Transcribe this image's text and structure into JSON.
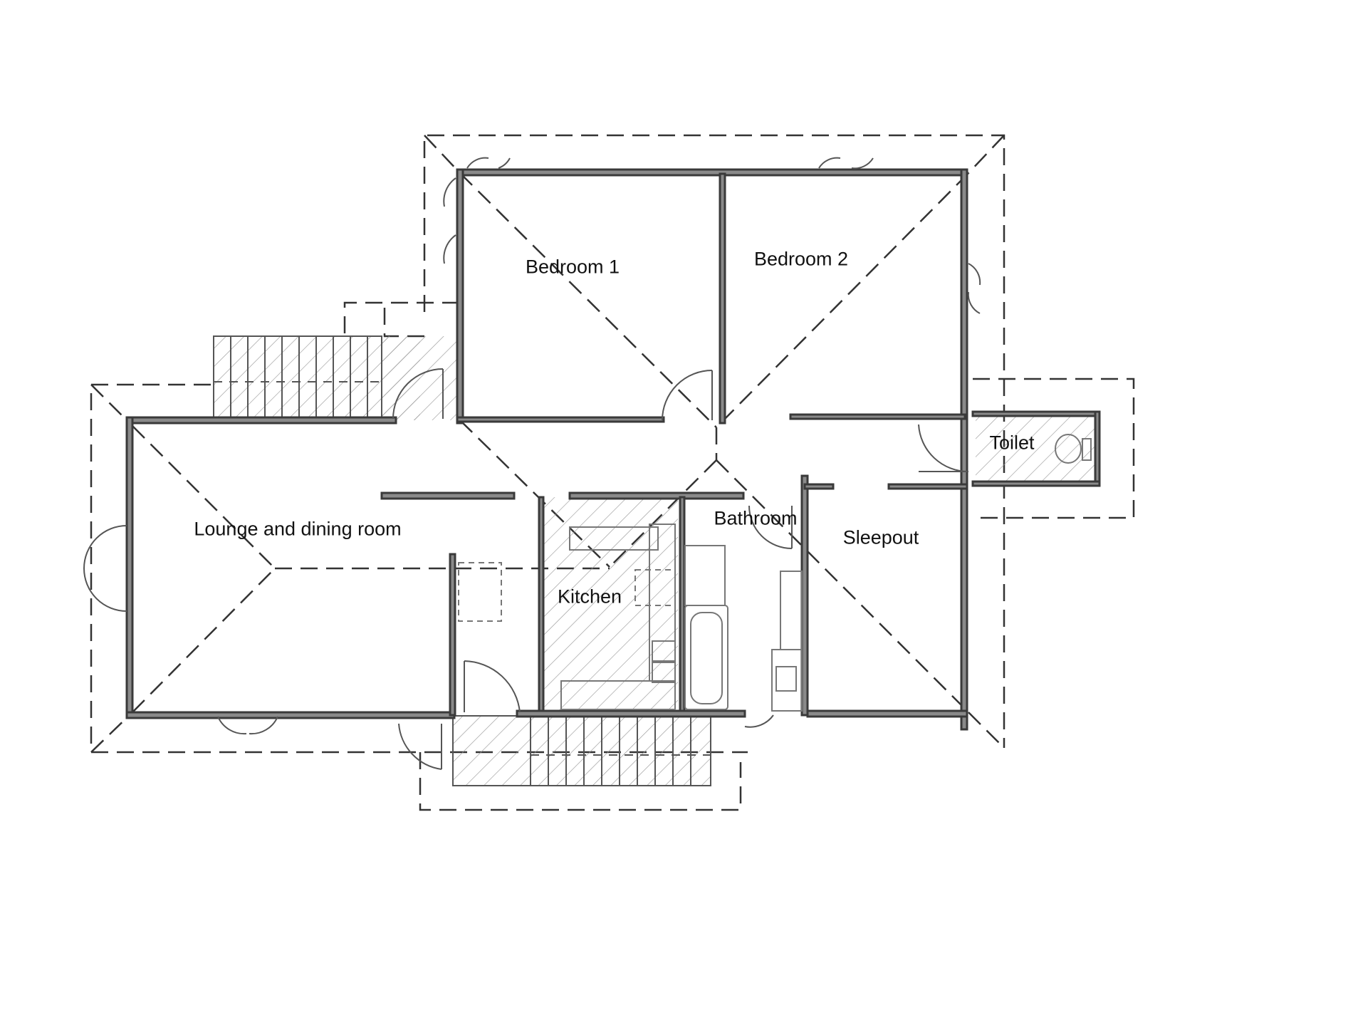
{
  "floor_plan": {
    "rooms": {
      "bedroom_1": "Bedroom 1",
      "bedroom_2": "Bedroom 2",
      "lounge": "Lounge and dining room",
      "kitchen": "Kitchen",
      "bathroom": "Bathroom",
      "sleepout": "Sleepout",
      "toilet": "Toilet"
    },
    "colors": {
      "wall": "#3a3a3a",
      "wall_fill": "#8a8a8a",
      "roofline": "#333333",
      "fixture": "#777777",
      "hatch": "#9a9a9a",
      "background": "#ffffff"
    }
  }
}
